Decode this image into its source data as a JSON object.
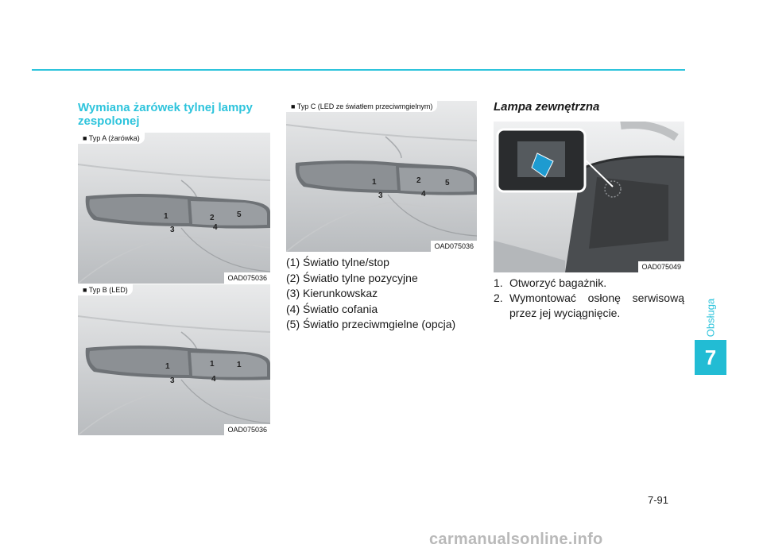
{
  "section": {
    "title": "Wymiana żarówek tylnej lampy zespolonej",
    "side_label": "Obsługa",
    "chapter_number": "7"
  },
  "figures": {
    "a": {
      "tag": "■ Typ A (żarówka)",
      "code": "OAD075036",
      "labels": [
        "1",
        "2",
        "5",
        "3",
        "4"
      ]
    },
    "b": {
      "tag": "■ Typ B (LED)",
      "code": "OAD075036",
      "labels": [
        "1",
        "1",
        "1",
        "3",
        "4"
      ]
    },
    "c": {
      "tag": "■ Typ C (LED ze światłem przeciwmgielnym)",
      "code": "OAD075036",
      "labels": [
        "1",
        "2",
        "5",
        "3",
        "4"
      ]
    },
    "d": {
      "code": "OAD075049"
    }
  },
  "legend": [
    "(1) Światło tylne/stop",
    "(2) Światło tylne pozycyjne",
    "(3) Kierunkowskaz",
    "(4) Światło cofania",
    "(5) Światło przeciwmgielne (opcja)"
  ],
  "exterior": {
    "heading": "Lampa zewnętrzna",
    "steps": [
      {
        "n": "1.",
        "text": "Otworzyć bagażnik."
      },
      {
        "n": "2.",
        "text": "Wymontować osłonę serwisową przez jej wyciągnięcie."
      }
    ]
  },
  "page_number": "7-91",
  "watermark": "carmanualsonline.info"
}
